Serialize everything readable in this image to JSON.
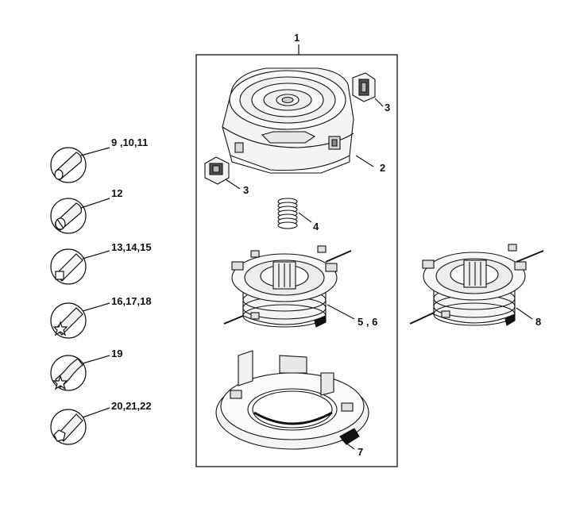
{
  "diagram": {
    "assembly_label": "1",
    "callouts": {
      "head_cover": "2",
      "button_top": "3",
      "button_left": "3",
      "spring": "4",
      "spool": "5 , 6",
      "base": "7",
      "spool_alt": "8"
    },
    "line_profiles": [
      {
        "id": "round",
        "label": "9 ,10,11"
      },
      {
        "id": "round-notched",
        "label": "12"
      },
      {
        "id": "square",
        "label": "13,14,15"
      },
      {
        "id": "star",
        "label": "16,17,18"
      },
      {
        "id": "star-twisted",
        "label": "19"
      },
      {
        "id": "pentagon",
        "label": "20,21,22"
      }
    ]
  }
}
